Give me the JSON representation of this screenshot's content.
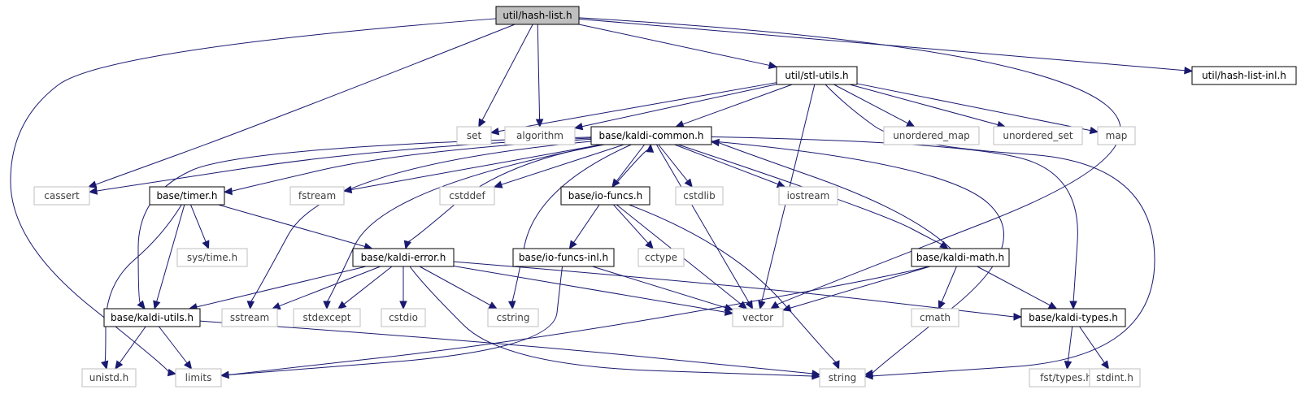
{
  "nodes": [
    {
      "id": "hashlist",
      "label": "util/hash-list.h",
      "kind": "root"
    },
    {
      "id": "stlutils",
      "label": "util/stl-utils.h",
      "kind": "local"
    },
    {
      "id": "hashlistinl",
      "label": "util/hash-list-inl.h",
      "kind": "local"
    },
    {
      "id": "set",
      "label": "set",
      "kind": "system"
    },
    {
      "id": "algorithm",
      "label": "algorithm",
      "kind": "system"
    },
    {
      "id": "kaldicommon",
      "label": "base/kaldi-common.h",
      "kind": "local"
    },
    {
      "id": "unordered_map",
      "label": "unordered_map",
      "kind": "system"
    },
    {
      "id": "unordered_set",
      "label": "unordered_set",
      "kind": "system"
    },
    {
      "id": "map",
      "label": "map",
      "kind": "system"
    },
    {
      "id": "cassert",
      "label": "cassert",
      "kind": "system"
    },
    {
      "id": "timer",
      "label": "base/timer.h",
      "kind": "local"
    },
    {
      "id": "fstream",
      "label": "fstream",
      "kind": "system"
    },
    {
      "id": "cstddef",
      "label": "cstddef",
      "kind": "system"
    },
    {
      "id": "iofuncs",
      "label": "base/io-funcs.h",
      "kind": "local"
    },
    {
      "id": "cstdlib",
      "label": "cstdlib",
      "kind": "system"
    },
    {
      "id": "iostream",
      "label": "iostream",
      "kind": "system"
    },
    {
      "id": "systime",
      "label": "sys/time.h",
      "kind": "system"
    },
    {
      "id": "kaldierror",
      "label": "base/kaldi-error.h",
      "kind": "local"
    },
    {
      "id": "iofuncsinl",
      "label": "base/io-funcs-inl.h",
      "kind": "local"
    },
    {
      "id": "cctype",
      "label": "cctype",
      "kind": "system"
    },
    {
      "id": "kaldimath",
      "label": "base/kaldi-math.h",
      "kind": "local"
    },
    {
      "id": "kaldiutils",
      "label": "base/kaldi-utils.h",
      "kind": "local"
    },
    {
      "id": "sstream",
      "label": "sstream",
      "kind": "system"
    },
    {
      "id": "stdexcept",
      "label": "stdexcept",
      "kind": "system"
    },
    {
      "id": "cstdio",
      "label": "cstdio",
      "kind": "system"
    },
    {
      "id": "cstring",
      "label": "cstring",
      "kind": "system"
    },
    {
      "id": "vector",
      "label": "vector",
      "kind": "system"
    },
    {
      "id": "cmath",
      "label": "cmath",
      "kind": "system"
    },
    {
      "id": "kalditypes",
      "label": "base/kaldi-types.h",
      "kind": "local"
    },
    {
      "id": "unistd",
      "label": "unistd.h",
      "kind": "system"
    },
    {
      "id": "limits",
      "label": "limits",
      "kind": "system"
    },
    {
      "id": "string",
      "label": "string",
      "kind": "system"
    },
    {
      "id": "fsttypes",
      "label": "fst/types.h",
      "kind": "system"
    },
    {
      "id": "stdint",
      "label": "stdint.h",
      "kind": "system"
    }
  ],
  "edges": [
    {
      "from": "hashlist",
      "to": "stlutils"
    },
    {
      "from": "hashlist",
      "to": "hashlistinl"
    },
    {
      "from": "hashlist",
      "to": "set"
    },
    {
      "from": "hashlist",
      "to": "algorithm"
    },
    {
      "from": "hashlist",
      "to": "cassert"
    },
    {
      "from": "hashlist",
      "to": "limits"
    },
    {
      "from": "hashlist",
      "to": "vector"
    },
    {
      "from": "stlutils",
      "to": "set"
    },
    {
      "from": "stlutils",
      "to": "algorithm"
    },
    {
      "from": "stlutils",
      "to": "kaldicommon"
    },
    {
      "from": "stlutils",
      "to": "unordered_map"
    },
    {
      "from": "stlutils",
      "to": "unordered_set"
    },
    {
      "from": "stlutils",
      "to": "map"
    },
    {
      "from": "stlutils",
      "to": "vector"
    },
    {
      "from": "stlutils",
      "to": "string"
    },
    {
      "from": "kaldicommon",
      "to": "cassert"
    },
    {
      "from": "kaldicommon",
      "to": "timer"
    },
    {
      "from": "kaldicommon",
      "to": "fstream"
    },
    {
      "from": "kaldicommon",
      "to": "cstddef"
    },
    {
      "from": "kaldicommon",
      "to": "iofuncs"
    },
    {
      "from": "kaldicommon",
      "to": "cstdlib"
    },
    {
      "from": "kaldicommon",
      "to": "iostream"
    },
    {
      "from": "kaldicommon",
      "to": "kaldimath"
    },
    {
      "from": "kaldicommon",
      "to": "kalditypes"
    },
    {
      "from": "kaldicommon",
      "to": "kaldiutils"
    },
    {
      "from": "kaldicommon",
      "to": "sstream"
    },
    {
      "from": "kaldicommon",
      "to": "stdexcept"
    },
    {
      "from": "kaldicommon",
      "to": "kaldierror"
    },
    {
      "from": "kaldicommon",
      "to": "cstring"
    },
    {
      "from": "kaldicommon",
      "to": "vector"
    },
    {
      "from": "kaldicommon",
      "to": "string"
    },
    {
      "from": "iofuncs",
      "to": "kaldicommon"
    },
    {
      "from": "iofuncs",
      "to": "iofuncsinl"
    },
    {
      "from": "iofuncs",
      "to": "cctype"
    },
    {
      "from": "iofuncs",
      "to": "vector"
    },
    {
      "from": "iofuncs",
      "to": "string"
    },
    {
      "from": "kaldimath",
      "to": "kaldicommon"
    },
    {
      "from": "kaldimath",
      "to": "cmath"
    },
    {
      "from": "kaldimath",
      "to": "vector"
    },
    {
      "from": "kaldimath",
      "to": "kalditypes"
    },
    {
      "from": "kaldimath",
      "to": "limits"
    },
    {
      "from": "timer",
      "to": "systime"
    },
    {
      "from": "timer",
      "to": "kaldierror"
    },
    {
      "from": "timer",
      "to": "kaldiutils"
    },
    {
      "from": "timer",
      "to": "unistd"
    },
    {
      "from": "kaldierror",
      "to": "kaldiutils"
    },
    {
      "from": "kaldierror",
      "to": "sstream"
    },
    {
      "from": "kaldierror",
      "to": "stdexcept"
    },
    {
      "from": "kaldierror",
      "to": "cstdio"
    },
    {
      "from": "kaldierror",
      "to": "cstring"
    },
    {
      "from": "kaldierror",
      "to": "vector"
    },
    {
      "from": "kaldierror",
      "to": "kalditypes"
    },
    {
      "from": "kaldierror",
      "to": "string"
    },
    {
      "from": "iofuncsinl",
      "to": "vector"
    },
    {
      "from": "iofuncsinl",
      "to": "limits"
    },
    {
      "from": "kaldiutils",
      "to": "unistd"
    },
    {
      "from": "kaldiutils",
      "to": "limits"
    },
    {
      "from": "kaldiutils",
      "to": "string"
    },
    {
      "from": "kalditypes",
      "to": "fsttypes"
    },
    {
      "from": "kalditypes",
      "to": "stdint"
    }
  ],
  "colors": {
    "edge": "#191970",
    "root_fill": "#bfbfbf",
    "local_stroke": "#000000",
    "system_stroke": "#bfbfbf",
    "system_text": "#3f3f3f"
  }
}
